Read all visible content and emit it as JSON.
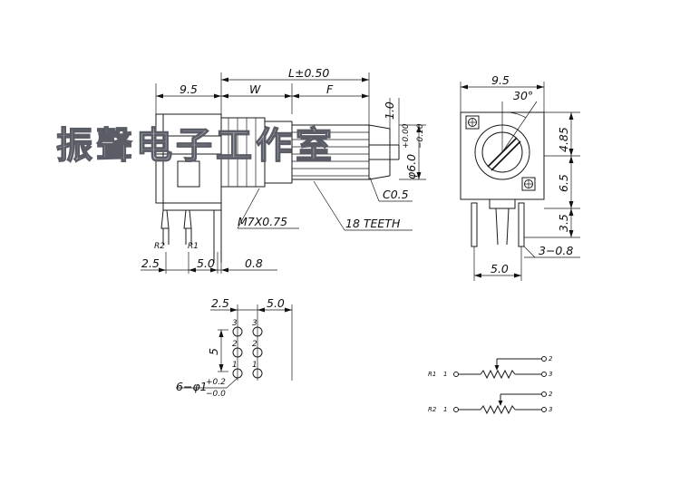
{
  "watermark": "振聲电子工作室",
  "side_view": {
    "dim_overall": "L±0.50",
    "dim_body": "9.5",
    "dim_w": "W",
    "dim_f": "F",
    "dim_top": "1.0",
    "dim_shaft_main": "φ6.0",
    "dim_shaft_upper": "+0.00",
    "dim_shaft_lower": "−0.10",
    "label_thread": "M7X0.75",
    "label_teeth": "18 TEETH",
    "label_chamfer": "C0.5",
    "label_r2": "R2",
    "label_r1": "R1",
    "dim_pin_a": "2.5",
    "dim_pin_b": "5.0",
    "dim_pin_c": "0.8"
  },
  "front_view": {
    "dim_width": "9.5",
    "dim_angle": "30°",
    "dim_upper": "4.85",
    "dim_mid": "6.5",
    "dim_lower": "3.5",
    "dim_pin_pitch": "5.0",
    "dim_pin_offset": "3−0.8"
  },
  "footprint": {
    "dim_row_pitch": "2.5",
    "dim_col_pitch": "5.0",
    "dim_vertical": "5",
    "pad_labels": [
      "3",
      "3",
      "2",
      "2",
      "1",
      "1"
    ],
    "hole_main": "6−φ1",
    "hole_upper": "+0.2",
    "hole_lower": "−0.0"
  },
  "schematic": {
    "r1": {
      "name": "R1",
      "pin1": "1",
      "pin2": "2",
      "pin3": "3"
    },
    "r2": {
      "name": "R2",
      "pin1": "1",
      "pin2": "2",
      "pin3": "3"
    }
  }
}
